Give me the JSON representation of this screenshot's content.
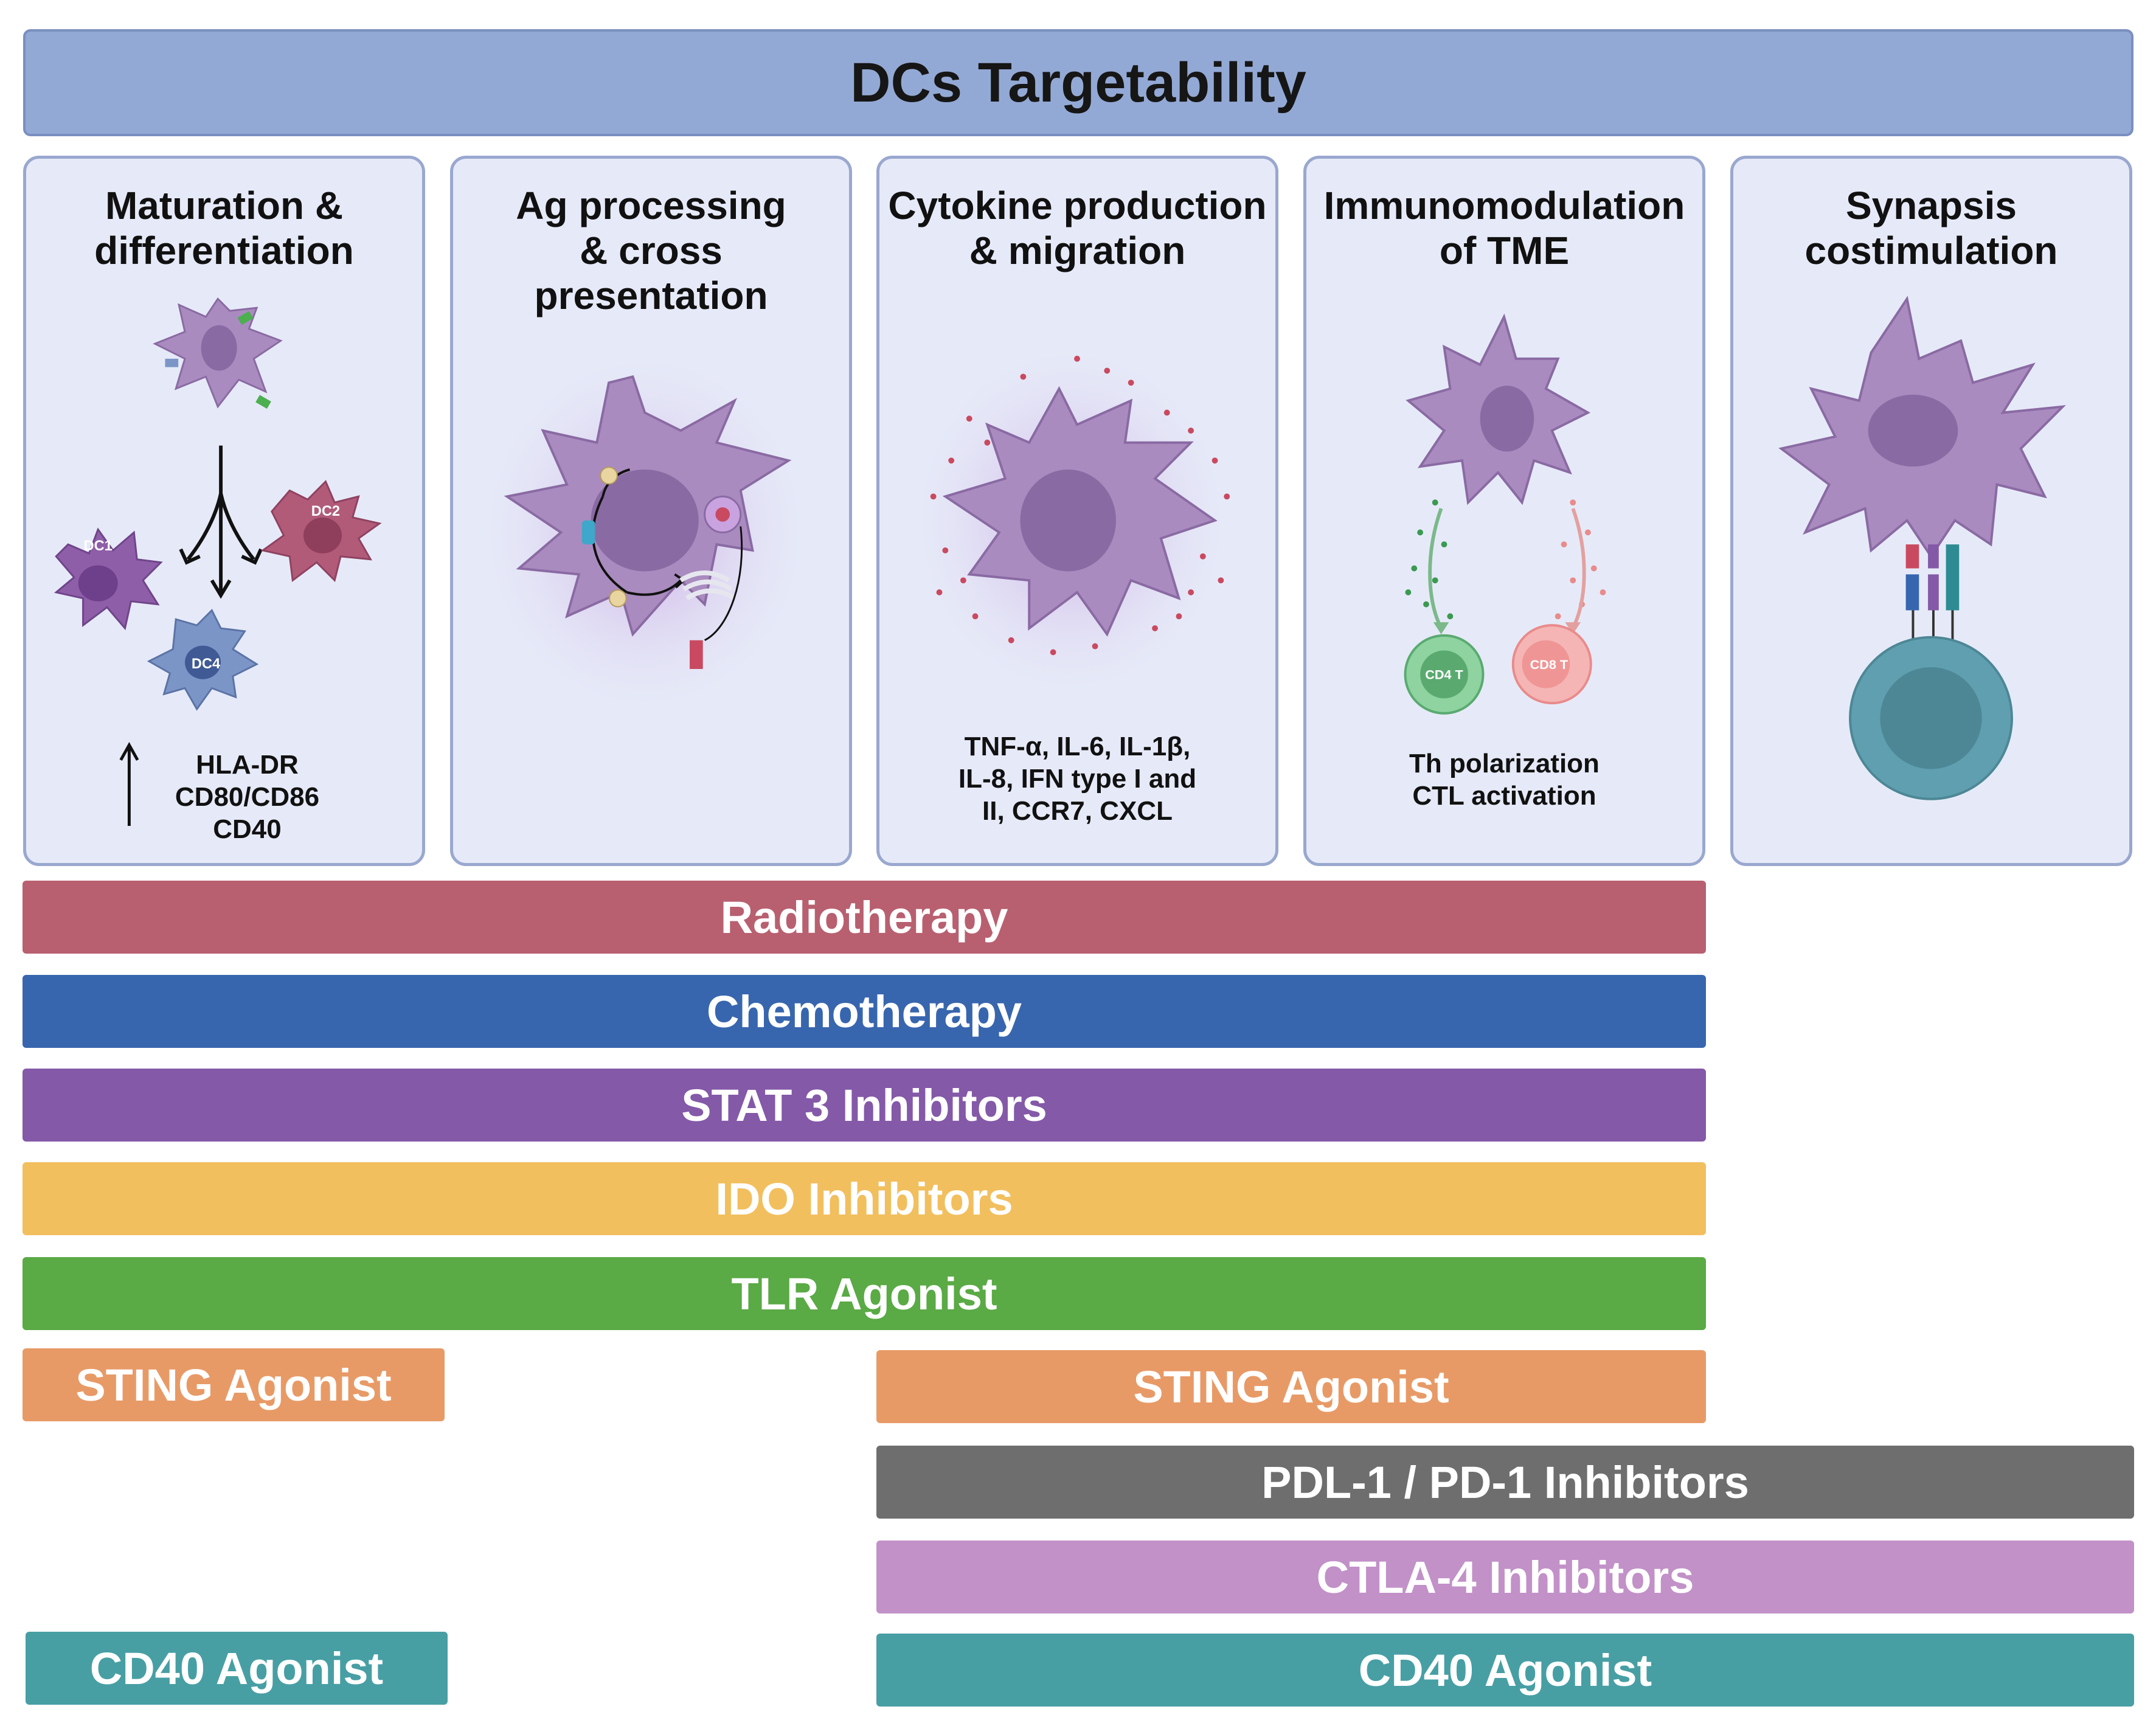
{
  "title": "DCs Targetability",
  "panels": [
    {
      "title_lines": [
        "Maturation &",
        "differentiation"
      ],
      "cell_labels": [
        "DC1",
        "DC2",
        "DC4"
      ],
      "caption_lines": [
        "HLA-DR",
        "CD80/CD86",
        "CD40"
      ]
    },
    {
      "title_lines": [
        "Ag processing",
        "& cross",
        "presentation"
      ]
    },
    {
      "title_lines": [
        "Cytokine production",
        "& migration"
      ],
      "caption_lines": [
        "TNF-α, IL-6, IL-1β,",
        "IL-8, IFN type I and",
        "II, CCR7, CXCL"
      ]
    },
    {
      "title_lines": [
        "Immunomodulation",
        "of TME"
      ],
      "cell_labels": [
        "CD4 T",
        "CD8 T"
      ],
      "caption_lines": [
        "Th polarization",
        "CTL activation"
      ]
    },
    {
      "title_lines": [
        "Synapsis",
        "costimulation"
      ]
    }
  ],
  "therapy_bars": [
    {
      "label": "Radiotherapy",
      "color": "#b86070"
    },
    {
      "label": "Chemotherapy",
      "color": "#3866ae"
    },
    {
      "label": "STAT 3 Inhibitors",
      "color": "#8459a8"
    },
    {
      "label": "IDO Inhibitors",
      "color": "#f2bf5e"
    },
    {
      "label": "TLR Agonist",
      "color": "#5aaa45"
    },
    {
      "label": "STING Agonist",
      "color": "#e89a66"
    },
    {
      "label": "STING Agonist",
      "color": "#e89a66"
    },
    {
      "label": "PDL-1 / PD-1 Inhibitors",
      "color": "#6e6e6e"
    },
    {
      "label": "CTLA-4  Inhibitors",
      "color": "#c291c8"
    },
    {
      "label": "CD40 Agonist",
      "color": "#479fa4"
    },
    {
      "label": "CD40 Agonist",
      "color": "#479fa4"
    }
  ],
  "colors": {
    "dc_body": "#a98bbf",
    "dc_nucleus": "#8a6aa3",
    "dc_glow": "#c9a2e0",
    "cytokine_dots": "#c94a60",
    "cd4_green": "#5aaa70",
    "cd8_pink": "#e98b8b",
    "tcell_teal": "#5f9fb0"
  }
}
